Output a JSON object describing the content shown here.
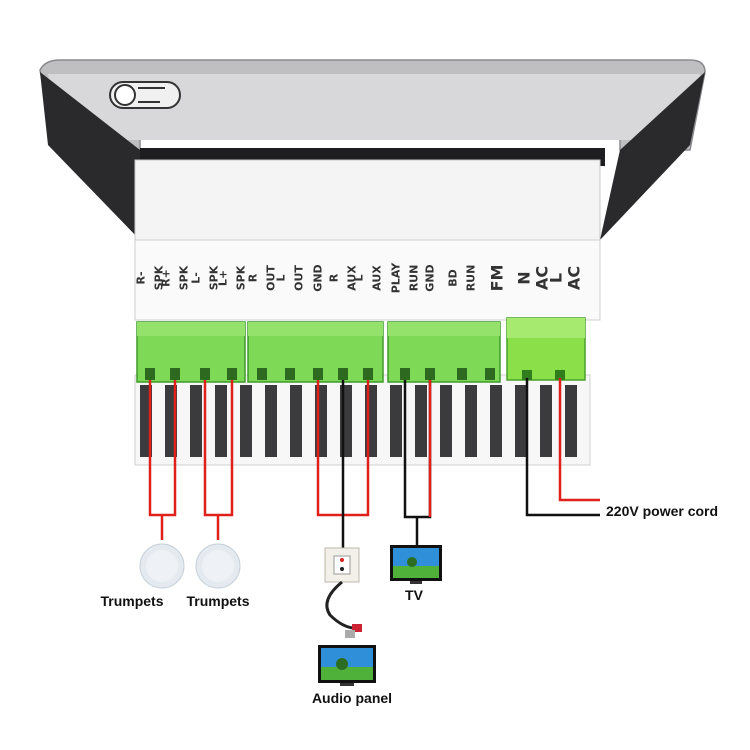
{
  "terminal_labels": [
    {
      "text": "SPK R-"
    },
    {
      "text": "SPK R+"
    },
    {
      "text": "SPK L-"
    },
    {
      "text": "SPK L+"
    },
    {
      "text": "OUT R"
    },
    {
      "text": "OUT L"
    },
    {
      "text": "GND"
    },
    {
      "text": "AUX R"
    },
    {
      "text": "AUX L"
    },
    {
      "text": "RUN PLAY"
    },
    {
      "text": "GND"
    },
    {
      "text": "RUN BD"
    },
    {
      "text": "FM"
    },
    {
      "text": "AC N"
    },
    {
      "text": "AC L"
    }
  ],
  "captions": {
    "trumpets_left": "Trumpets",
    "trumpets_right": "Trumpets",
    "tv": "TV",
    "audio_panel": "Audio panel",
    "power_cord": "220V power cord"
  },
  "colors": {
    "connector_green": "#7ed957",
    "connector_dark": "#3f9a2a",
    "power_connector": "#8be04a",
    "wire_red": "#e0201b",
    "wire_black": "#111111",
    "housing": "#f2f2f2",
    "bezel": "#cfcfd1"
  }
}
